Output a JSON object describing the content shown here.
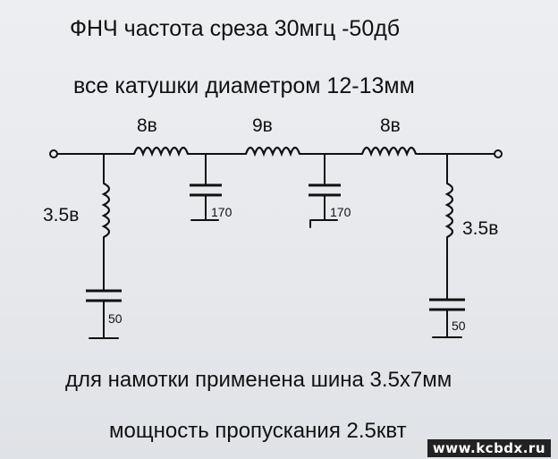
{
  "title": "ФНЧ  частота среза 30мгц -50дб",
  "subtitle": "все катушки диаметром 12-13мм",
  "notes": {
    "winding": "для намотки применена шина 3.5x7мм",
    "power": "мощность пропускания  2.5квт"
  },
  "components": {
    "series_coils": [
      "8в",
      "9в",
      "8в"
    ],
    "shunt_coils": [
      "3.5в",
      "3.5в"
    ],
    "mid_caps": [
      "170",
      "170"
    ],
    "end_caps": [
      "50",
      "50"
    ]
  },
  "watermark": "www.kcbdx.ru"
}
